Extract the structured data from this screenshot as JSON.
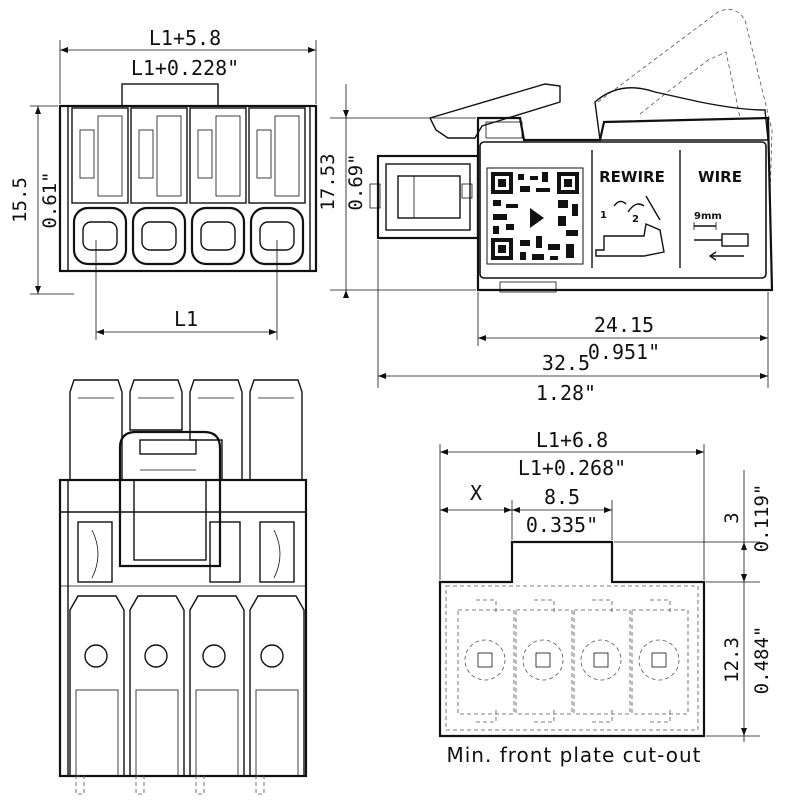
{
  "front_view": {
    "width_metric": "L1+5.8",
    "width_imperial": "L1+0.228\"",
    "height_metric": "15.5",
    "height_imperial": "0.61\"",
    "pitch_label": "L1"
  },
  "side_view": {
    "height_metric": "17.53",
    "height_imperial": "0.69\"",
    "depth_metric": "24.15",
    "depth_imperial": "0.951\"",
    "total_metric": "32.5",
    "total_imperial": "1.28\""
  },
  "label": {
    "rewire": "REWIRE",
    "wire": "WIRE",
    "strip_length": "9mm",
    "step_1": "1",
    "step_2": "2"
  },
  "cutout": {
    "width_metric": "L1+6.8",
    "width_imperial": "L1+0.268\"",
    "offset_label": "X",
    "tab_width_metric": "8.5",
    "tab_width_imperial": "0.335\"",
    "tab_height_metric": "3",
    "tab_height_imperial": "0.119\"",
    "height_metric": "12.3",
    "height_imperial": "0.484\"",
    "caption": "Min. front plate cut-out"
  }
}
